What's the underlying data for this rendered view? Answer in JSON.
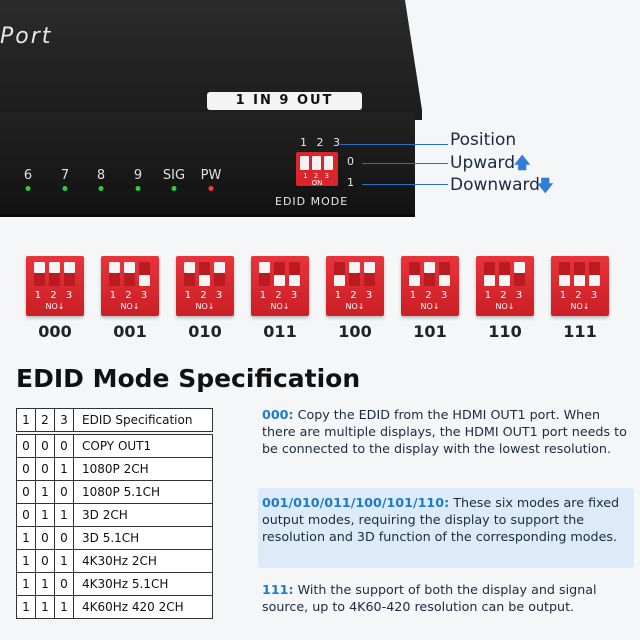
{
  "device": {
    "brand": "Port",
    "model": "1 IN 9 OUT",
    "ports": [
      "6",
      "7",
      "8",
      "9",
      "SIG",
      "PW"
    ],
    "switch_numbers": "1 2 3",
    "switch_on": "ON",
    "pos0": "0",
    "pos1": "1",
    "edid_mode_label": "EDID MODE"
  },
  "callouts": {
    "position": "Position",
    "upward": "Upward",
    "downward": "Downward"
  },
  "switch_row": [
    {
      "code": "000",
      "state": [
        0,
        0,
        0
      ]
    },
    {
      "code": "001",
      "state": [
        0,
        0,
        1
      ]
    },
    {
      "code": "010",
      "state": [
        0,
        1,
        0
      ]
    },
    {
      "code": "011",
      "state": [
        0,
        1,
        1
      ]
    },
    {
      "code": "100",
      "state": [
        1,
        0,
        0
      ]
    },
    {
      "code": "101",
      "state": [
        1,
        0,
        1
      ]
    },
    {
      "code": "110",
      "state": [
        1,
        1,
        0
      ]
    },
    {
      "code": "111",
      "state": [
        1,
        1,
        1
      ]
    }
  ],
  "switch_nums": "1 2 3",
  "switch_on": "NO↓",
  "spec_title": "EDID Mode Specification",
  "table": {
    "headers": [
      "1",
      "2",
      "3",
      "EDID Specification"
    ],
    "rows": [
      [
        "0",
        "0",
        "0",
        "COPY OUT1"
      ],
      [
        "0",
        "0",
        "1",
        "1080P 2CH"
      ],
      [
        "0",
        "1",
        "0",
        "1080P 5.1CH"
      ],
      [
        "0",
        "1",
        "1",
        "3D 2CH"
      ],
      [
        "1",
        "0",
        "0",
        "3D 5.1CH"
      ],
      [
        "1",
        "0",
        "1",
        "4K30Hz 2CH"
      ],
      [
        "1",
        "1",
        "0",
        "4K30Hz 5.1CH"
      ],
      [
        "1",
        "1",
        "1",
        "4K60Hz 420 2CH"
      ]
    ]
  },
  "descriptions": [
    {
      "code": "000:",
      "text": " Copy the EDID from the HDMI OUT1 port. When there are multiple displays, the HDMI OUT1 port needs to be connected to the display with the lowest resolution."
    },
    {
      "code": "001/010/011/100/101/110:",
      "text": " These six modes are fixed output modes, requiring the display to support the resolution and 3D function of the corresponding modes."
    },
    {
      "code": "111:",
      "text": " With the support of both the display and signal source, up to 4K60-420 resolution can be output."
    }
  ],
  "colors": {
    "switch_red": "#d8262b",
    "accent_blue": "#1f7ac9",
    "led_green": "#2ecc40",
    "led_red": "#ff3b30"
  }
}
